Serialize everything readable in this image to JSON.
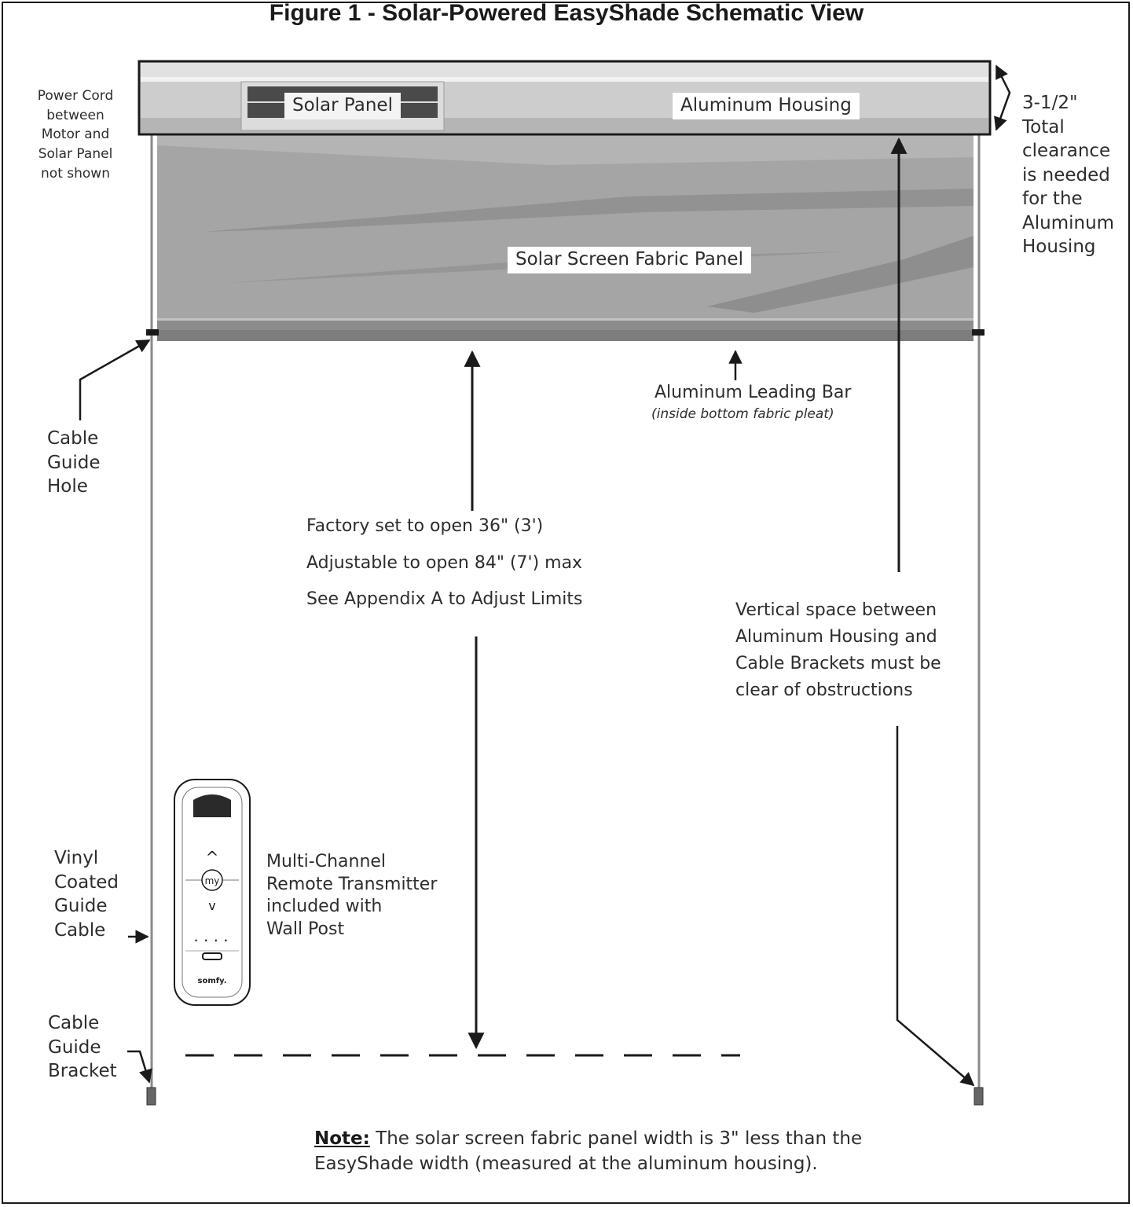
{
  "title": "Figure 1 - Solar-Powered EasyShade Schematic View",
  "labels": {
    "solar_panel": "Solar Panel",
    "aluminum_housing": "Aluminum Housing",
    "fabric_panel": "Solar Screen Fabric Panel",
    "power_cord": "Power Cord\nbetween\nMotor and\nSolar Panel\nnot shown",
    "clearance": "3-1/2\"\nTotal\nclearance\nis needed\nfor the\nAluminum\nHousing",
    "cable_guide_hole": "Cable\nGuide\nHole",
    "leading_bar": "Aluminum Leading Bar",
    "leading_bar_note": "(inside bottom fabric pleat)",
    "factory_open": "Factory set to open 36\" (3')",
    "adjustable_open": "Adjustable to open 84\" (7') max",
    "appendix": "See Appendix A to Adjust Limits",
    "vertical_space": "Vertical space between\nAluminum Housing and\nCable Brackets must be\nclear of obstructions",
    "guide_cable": "Vinyl\nCoated\nGuide\nCable",
    "remote": "Multi-Channel\nRemote Transmitter\nincluded with\nWall Post",
    "cable_bracket": "Cable\nGuide\nBracket",
    "note_label": "Note:",
    "note_text": " The solar screen fabric panel width is 3\" less than the EasyShade width (measured at the aluminum housing)."
  },
  "remote_buttons": {
    "up": "^",
    "my": "my",
    "down": "v",
    "dots": "....",
    "brand": "somfy."
  },
  "colors": {
    "housing": "#c9c9c9",
    "fabric": "#a3a3a3",
    "fabric_streak": "#8c8c8c",
    "line": "#1a1a1a"
  }
}
